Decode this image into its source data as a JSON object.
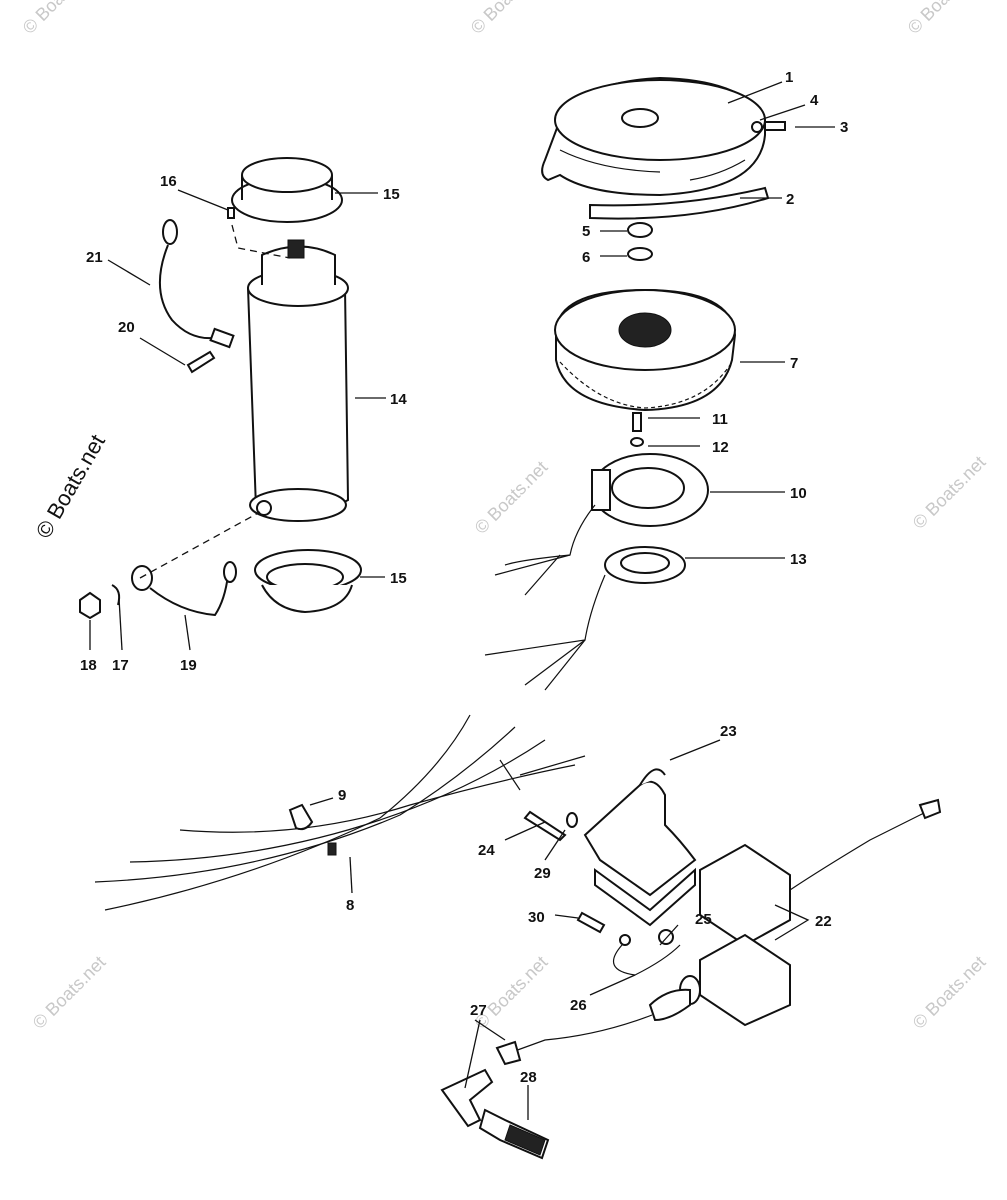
{
  "watermark": {
    "side_text": "© Boats.net",
    "tile_text": "© Boats.net"
  },
  "callouts": [
    {
      "id": "1",
      "label": "1"
    },
    {
      "id": "2",
      "label": "2"
    },
    {
      "id": "3",
      "label": "3"
    },
    {
      "id": "4",
      "label": "4"
    },
    {
      "id": "5",
      "label": "5"
    },
    {
      "id": "6",
      "label": "6"
    },
    {
      "id": "7",
      "label": "7"
    },
    {
      "id": "8",
      "label": "8"
    },
    {
      "id": "9",
      "label": "9"
    },
    {
      "id": "10",
      "label": "10"
    },
    {
      "id": "11",
      "label": "11"
    },
    {
      "id": "12",
      "label": "12"
    },
    {
      "id": "13",
      "label": "13"
    },
    {
      "id": "14",
      "label": "14"
    },
    {
      "id": "15a",
      "label": "15"
    },
    {
      "id": "15b",
      "label": "15"
    },
    {
      "id": "16",
      "label": "16"
    },
    {
      "id": "17",
      "label": "17"
    },
    {
      "id": "18",
      "label": "18"
    },
    {
      "id": "19",
      "label": "19"
    },
    {
      "id": "20",
      "label": "20"
    },
    {
      "id": "21",
      "label": "21"
    },
    {
      "id": "22",
      "label": "22"
    },
    {
      "id": "23",
      "label": "23"
    },
    {
      "id": "24",
      "label": "24"
    },
    {
      "id": "25",
      "label": "25"
    },
    {
      "id": "26",
      "label": "26"
    },
    {
      "id": "27",
      "label": "27"
    },
    {
      "id": "28",
      "label": "28"
    },
    {
      "id": "29",
      "label": "29"
    },
    {
      "id": "30",
      "label": "30"
    }
  ]
}
